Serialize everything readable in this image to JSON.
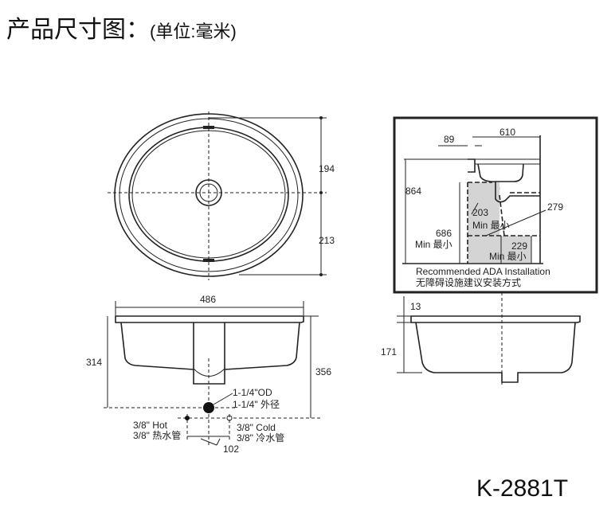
{
  "header": {
    "title": "产品尺寸图：",
    "unit": "(单位:毫米)"
  },
  "top_view": {
    "dim_upper": "194",
    "dim_lower": "213"
  },
  "front_view": {
    "width": "486",
    "drain_height": "314",
    "supply_height": "356",
    "drain_label_en": "1-1/4\"OD",
    "drain_label_cn": "1-1/4\"  外径",
    "hot_en": "3/8\" Hot",
    "hot_cn": "3/8\" 热水管",
    "cold_en": "3/8\" Cold",
    "cold_cn": "3/8\" 冷水管",
    "supply_spacing": "102"
  },
  "side_view": {
    "rim": "13",
    "depth": "171"
  },
  "ada": {
    "counter_depth": "610",
    "offset": "89",
    "height": "864",
    "knee": "203",
    "knee_min": "Min  最小",
    "toe": "279",
    "clearance": "686",
    "clearance_min": "Min  最小",
    "toe_height": "229",
    "toe_min": "Min  最小",
    "caption_en": "Recommended ADA Installation",
    "caption_cn": "无障碍设施建议安装方式"
  },
  "model": "K-2881T"
}
